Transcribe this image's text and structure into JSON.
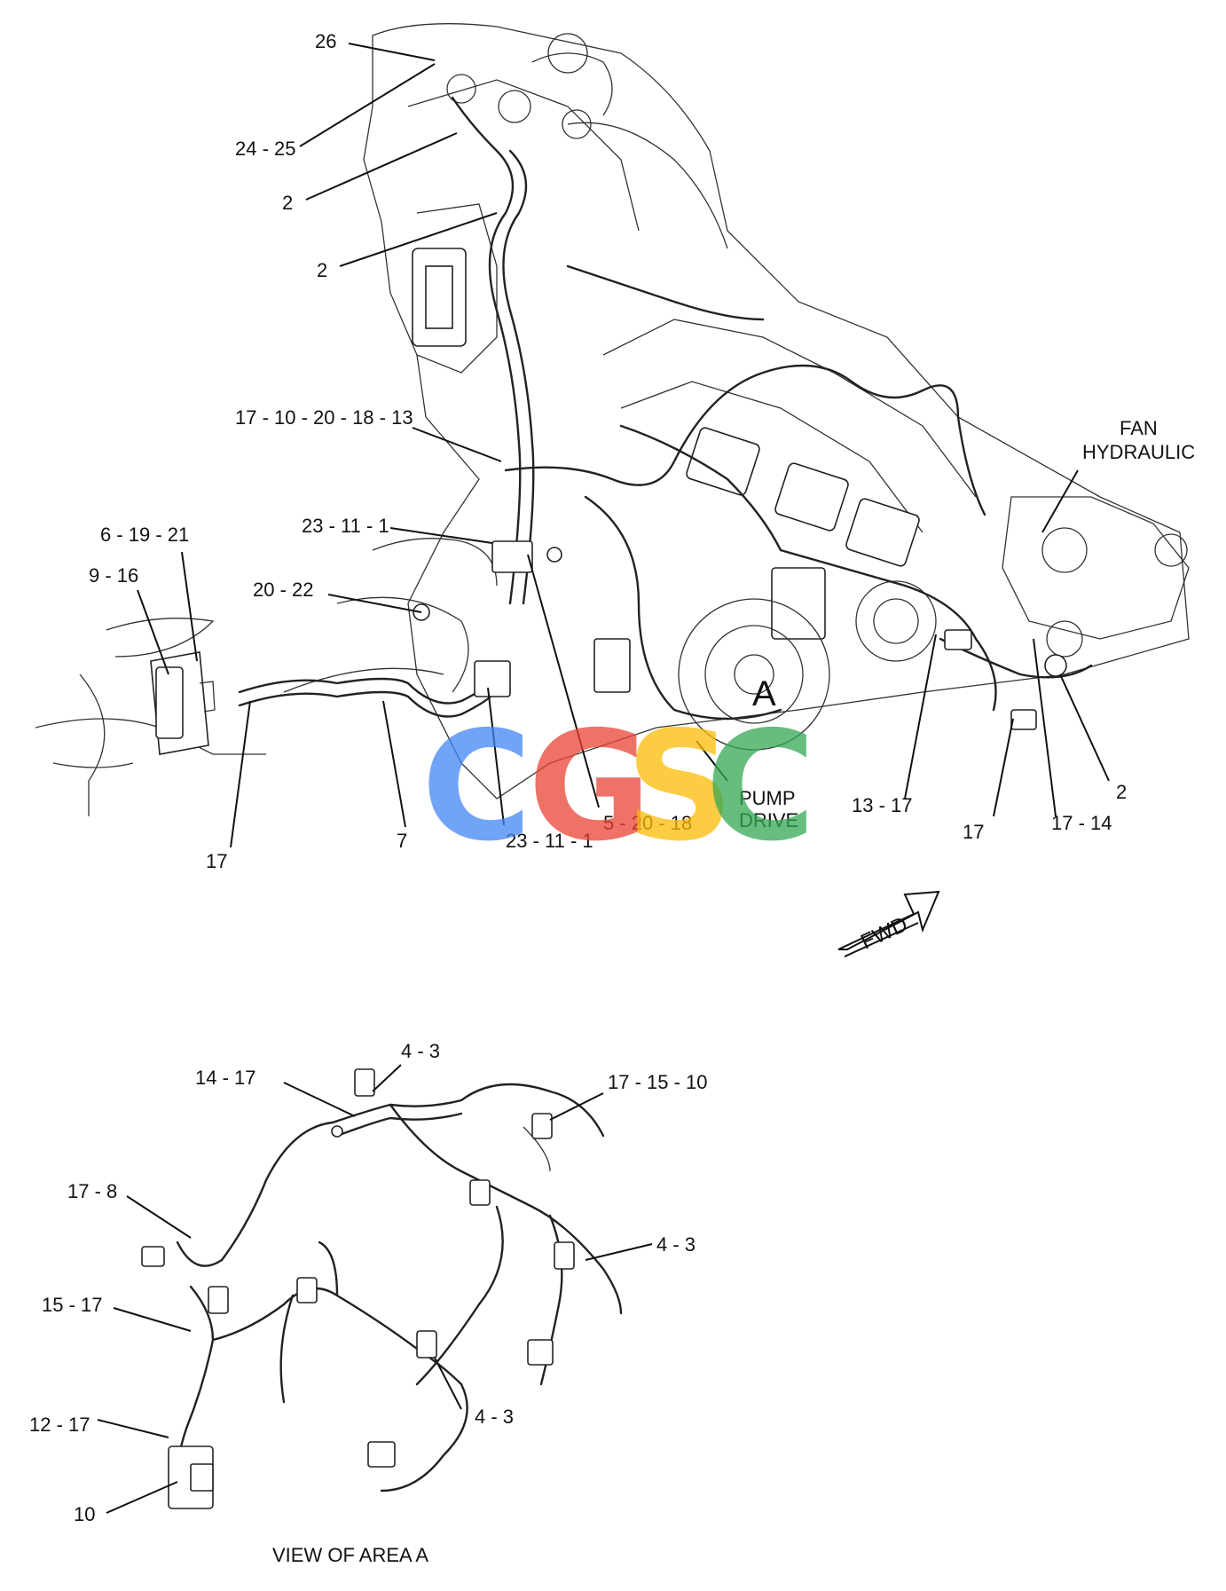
{
  "callouts": {
    "c26": "26",
    "c24_25": "24 - 25",
    "c2a": "2",
    "c2b": "2",
    "c17_10_20_18_13": "17 - 10 - 20 - 18 - 13",
    "c6_19_21": "6 - 19 - 21",
    "c9_16": "9 - 16",
    "c23_11_1a": "23 - 11 - 1",
    "c20_22": "20 - 22",
    "c17a": "17",
    "c7": "7",
    "c23_11_1b": "23 - 11 - 1",
    "c5_20_18": "5 - 20 - 18",
    "c13_17": "13 - 17",
    "c17b": "17",
    "c17_14": "17 - 14",
    "c2c": "2",
    "fan_line1": "FAN",
    "fan_line2": "HYDRAULIC",
    "pump_line1": "PUMP",
    "pump_line2": "DRIVE",
    "area_letter": "A",
    "fwd": "FWD",
    "v4_3a": "4 - 3",
    "v14_17": "14 - 17",
    "v17_15_10": "17 - 15 - 10",
    "v17_8": "17 - 8",
    "v4_3b": "4 - 3",
    "v15_17": "15 - 17",
    "v4_3c": "4 - 3",
    "v12_17": "12 - 17",
    "v10": "10",
    "view_title": "VIEW OF AREA  A"
  },
  "watermark": {
    "letters": [
      "C",
      "G",
      "S",
      "C"
    ],
    "colors": [
      "#4285F4",
      "#EA4335",
      "#FBBC05",
      "#34A853"
    ]
  }
}
